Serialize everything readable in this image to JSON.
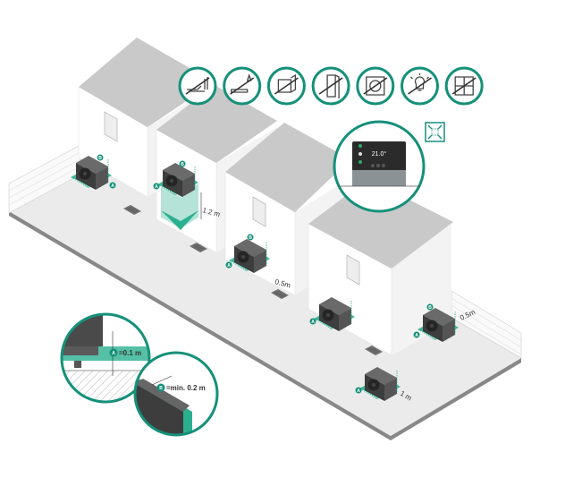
{
  "colors": {
    "teal": "#15907a",
    "teal_fill": "#2bb08f",
    "roof": "#c9c9c9",
    "ground": "#ebebeb",
    "unit": "#4a4a4a"
  },
  "restriction_icons": [
    {
      "name": "no-exhaust-icon"
    },
    {
      "name": "no-chimney-icon"
    },
    {
      "name": "no-corner-icon"
    },
    {
      "name": "no-door-icon"
    },
    {
      "name": "no-vent-icon"
    },
    {
      "name": "no-light-icon"
    },
    {
      "name": "no-window-icon"
    }
  ],
  "markers": {
    "a": "A",
    "b": "B"
  },
  "dimensions": {
    "height": "1.2 m",
    "gap_left": "0.5m",
    "gap_right": "0.5m",
    "front": "1 m"
  },
  "callouts": {
    "a_label": "=0.1 m",
    "b_label": "=min. 0.2 m"
  },
  "controller": {
    "temperature": "21.0°"
  },
  "expand_icon": "fullscreen-icon"
}
